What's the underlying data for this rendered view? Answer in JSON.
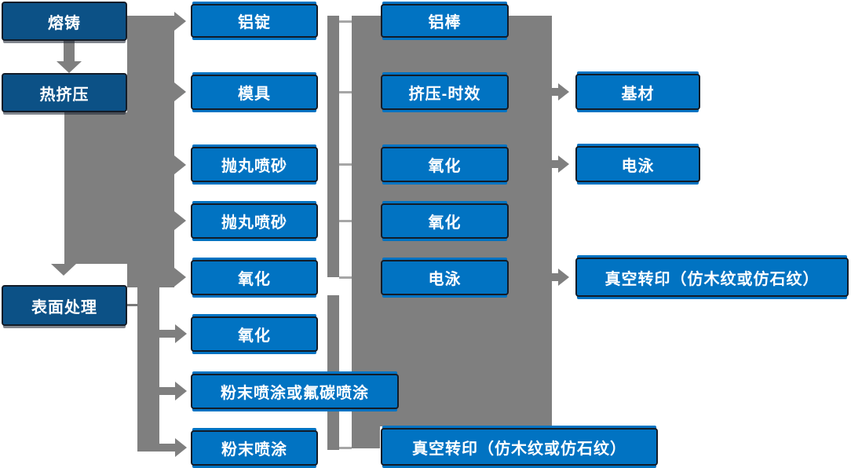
{
  "nodes": [
    {
      "label": "熔铸"
    },
    {
      "label": "热挤压"
    },
    {
      "label": "表面处理"
    },
    {
      "label": "铝锭"
    },
    {
      "label": "模具"
    },
    {
      "label": "抛丸喷砂"
    },
    {
      "label": "抛丸喷砂"
    },
    {
      "label": "氧化"
    },
    {
      "label": "氧化"
    },
    {
      "label": "粉末喷涂或氟碳喷涂"
    },
    {
      "label": "粉末喷涂"
    },
    {
      "label": "铝棒"
    },
    {
      "label": "挤压-时效"
    },
    {
      "label": "氧化"
    },
    {
      "label": "氧化"
    },
    {
      "label": "电泳"
    },
    {
      "label": "真空转印（仿木纹或仿石纹）"
    },
    {
      "label": "基材"
    },
    {
      "label": "电泳"
    },
    {
      "label": "真空转印（仿木纹或仿石纹）"
    }
  ],
  "colors": {
    "stage_box_fill": "#0C5186",
    "process_box_fill": "#0173C2",
    "box_border": "#131C28",
    "connector_gray": "#7F7F7F",
    "thin_line_gray": "#A6A6A6",
    "text": "#FFFFFF"
  }
}
